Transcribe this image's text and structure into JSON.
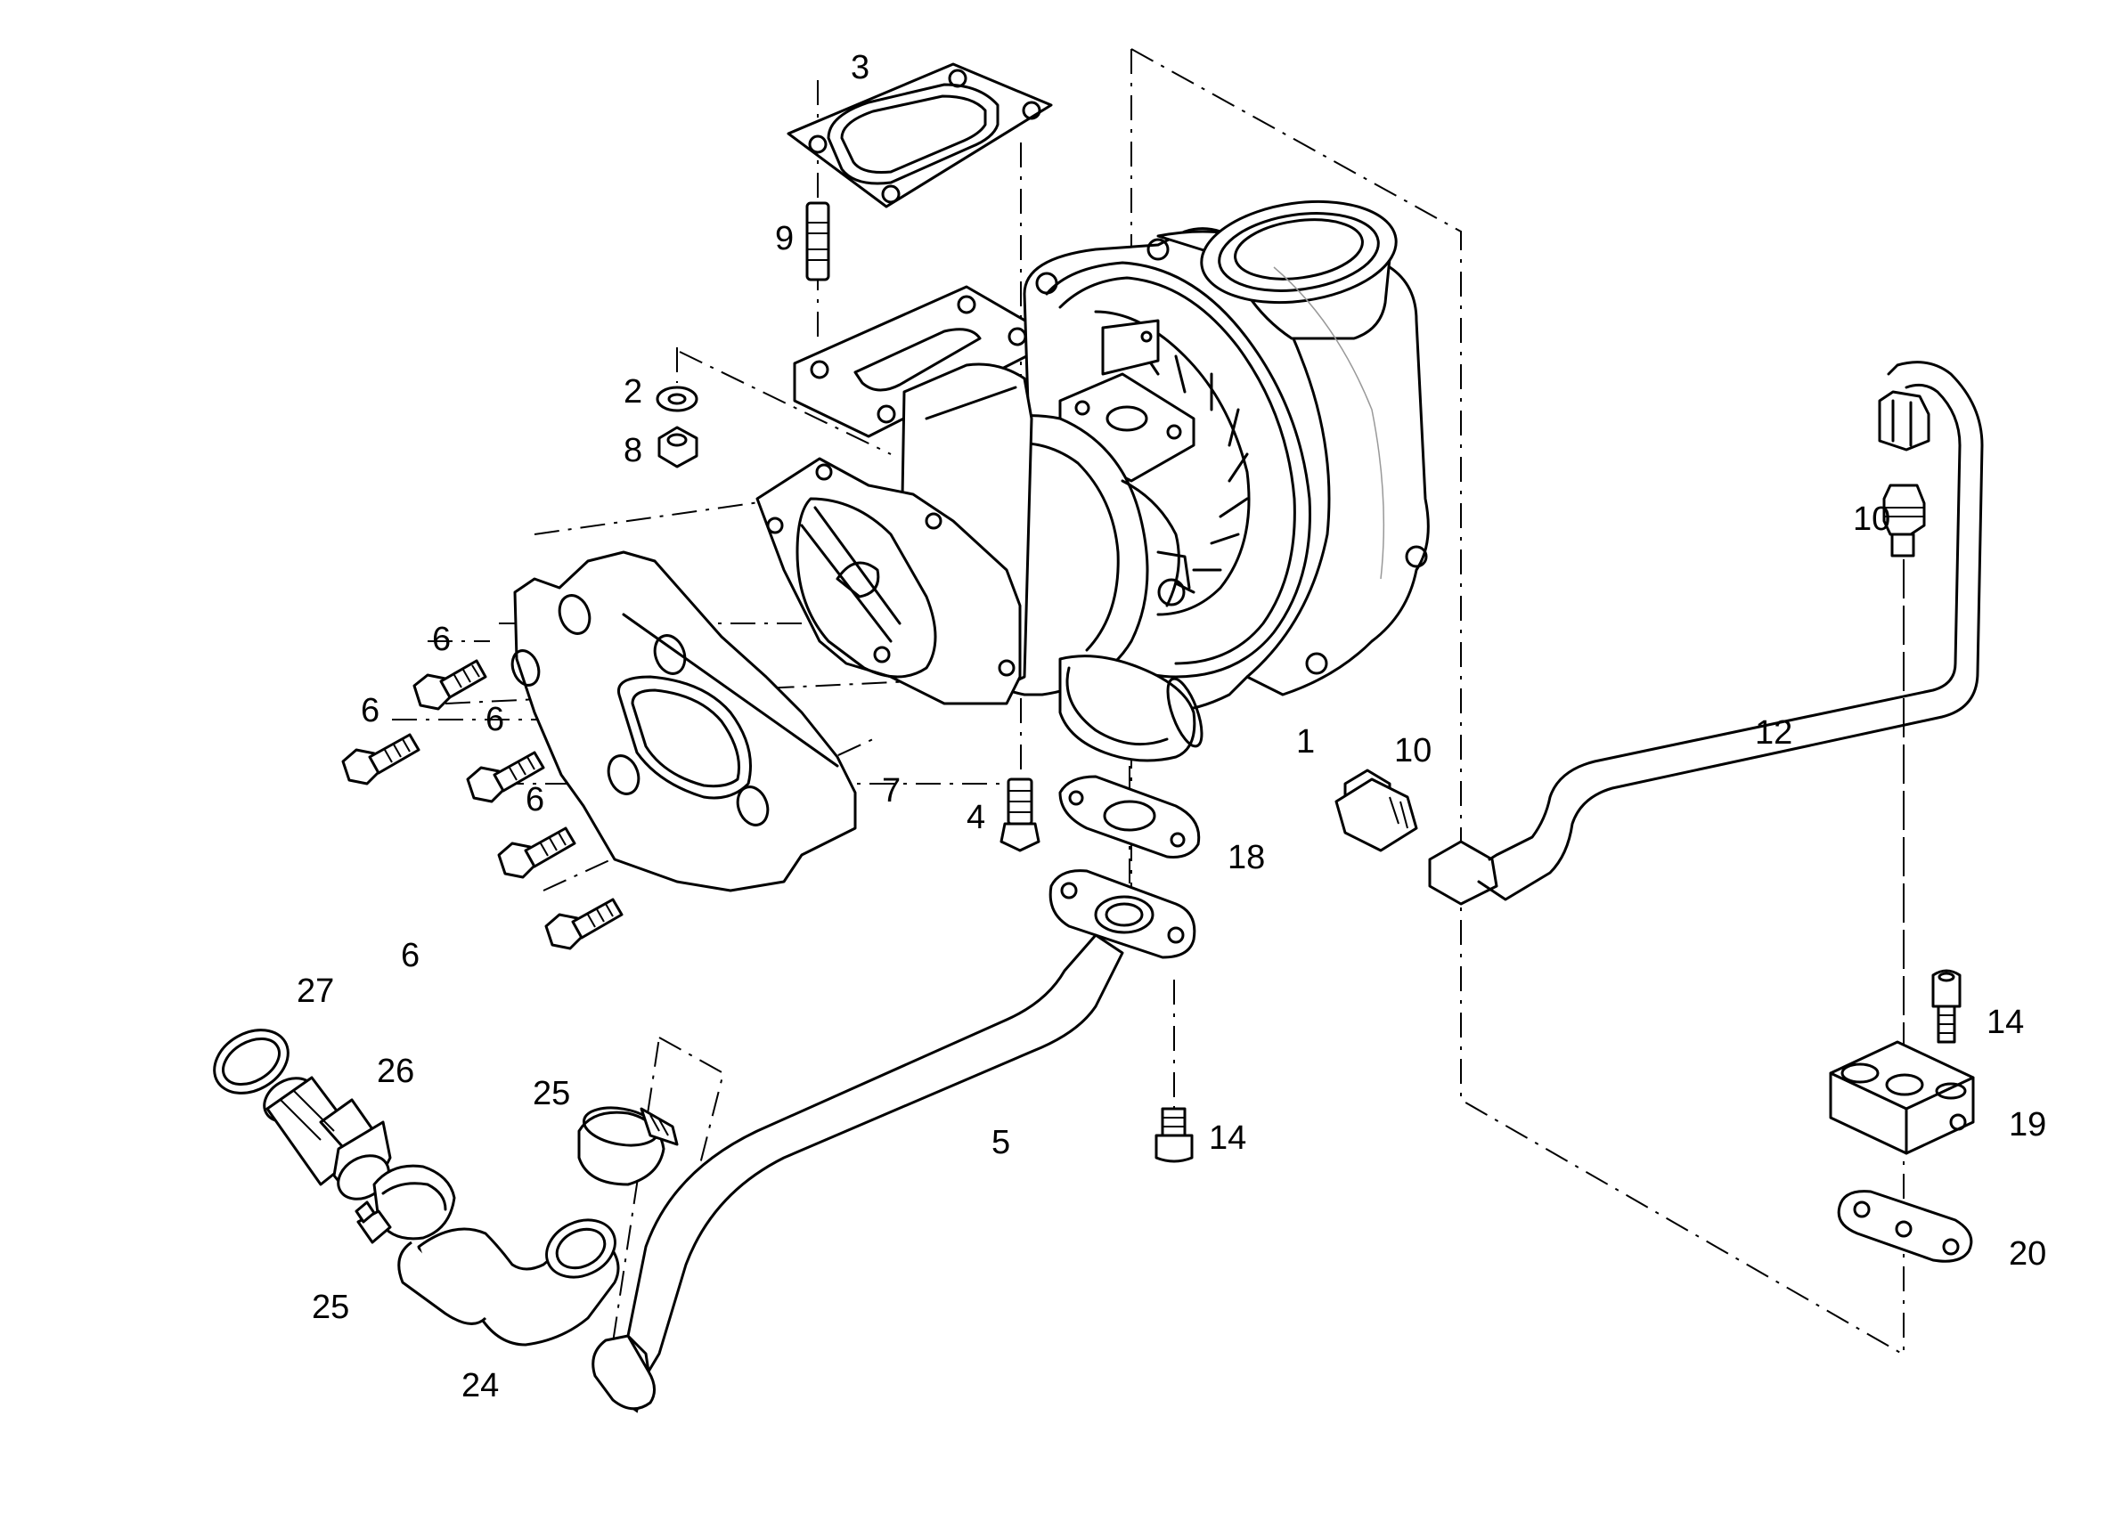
{
  "callouts": [
    "1",
    "2",
    "3",
    "4",
    "5",
    "6",
    "7",
    "8",
    "9",
    "10",
    "12",
    "14",
    "18",
    "19",
    "20",
    "24",
    "25",
    "26",
    "27"
  ],
  "labels": [
    {
      "id": "l3",
      "text": "3"
    },
    {
      "id": "l9",
      "text": "9"
    },
    {
      "id": "l2",
      "text": "2"
    },
    {
      "id": "l8",
      "text": "8"
    },
    {
      "id": "l10a",
      "text": "10"
    },
    {
      "id": "l6a",
      "text": "6"
    },
    {
      "id": "l6b",
      "text": "6"
    },
    {
      "id": "l6c",
      "text": "6"
    },
    {
      "id": "l6d",
      "text": "6"
    },
    {
      "id": "l6e",
      "text": "6"
    },
    {
      "id": "l1",
      "text": "1"
    },
    {
      "id": "l10b",
      "text": "10"
    },
    {
      "id": "l12",
      "text": "12"
    },
    {
      "id": "l7",
      "text": "7"
    },
    {
      "id": "l4",
      "text": "4"
    },
    {
      "id": "l18",
      "text": "18"
    },
    {
      "id": "l27",
      "text": "27"
    },
    {
      "id": "l26",
      "text": "26"
    },
    {
      "id": "l25a",
      "text": "25"
    },
    {
      "id": "l14a",
      "text": "14"
    },
    {
      "id": "l5",
      "text": "5"
    },
    {
      "id": "l14b",
      "text": "14"
    },
    {
      "id": "l19",
      "text": "19"
    },
    {
      "id": "l20",
      "text": "20"
    },
    {
      "id": "l25b",
      "text": "25"
    },
    {
      "id": "l24",
      "text": "24"
    }
  ]
}
